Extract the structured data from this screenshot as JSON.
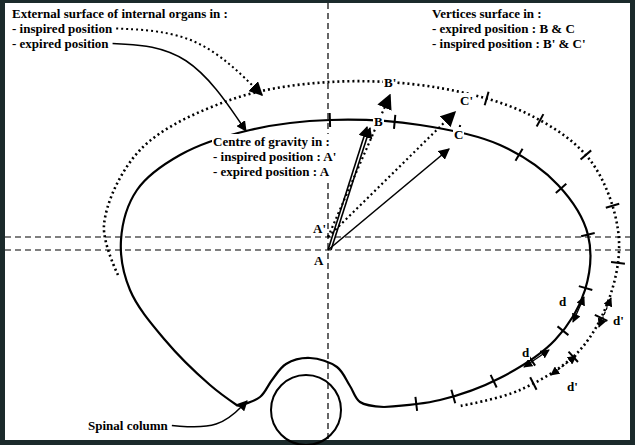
{
  "diagram": {
    "labels": [
      "External surface of internal organs in :",
      "- inspired position",
      "- expired position",
      "Vertices surface in :",
      "- expired position : B & C",
      "- inspired position : B' & C'",
      "Centre of gravity in :",
      "- inspired position : A'",
      "- expired position : A",
      "B'",
      "C'",
      "B",
      "C",
      "A'",
      "A",
      "d",
      "d",
      "d'",
      "d'",
      "Spinal column"
    ]
  }
}
